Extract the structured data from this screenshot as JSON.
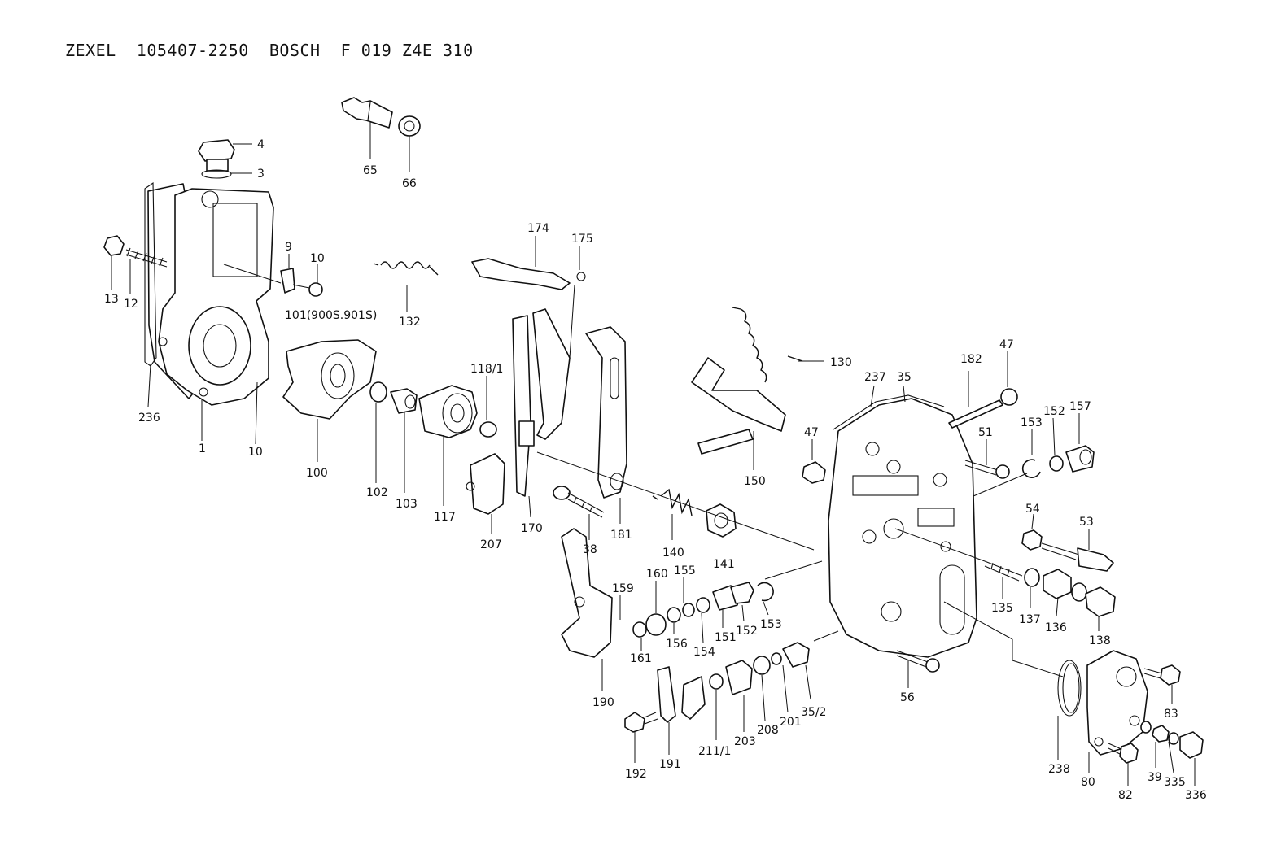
{
  "title": "ZEXEL  105407-2250  BOSCH  F 019 Z4E 310",
  "parts": [
    {
      "id": "p4",
      "label": "4"
    },
    {
      "id": "p3",
      "label": "3"
    },
    {
      "id": "p65",
      "label": "65"
    },
    {
      "id": "p66",
      "label": "66"
    },
    {
      "id": "p13",
      "label": "13"
    },
    {
      "id": "p12",
      "label": "12"
    },
    {
      "id": "p9",
      "label": "9"
    },
    {
      "id": "p10a",
      "label": "10"
    },
    {
      "id": "p101",
      "label": "101(900S.901S)"
    },
    {
      "id": "p132",
      "label": "132"
    },
    {
      "id": "p174",
      "label": "174"
    },
    {
      "id": "p175",
      "label": "175"
    },
    {
      "id": "p236",
      "label": "236"
    },
    {
      "id": "p1",
      "label": "1"
    },
    {
      "id": "p10b",
      "label": "10"
    },
    {
      "id": "p100",
      "label": "100"
    },
    {
      "id": "p102",
      "label": "102"
    },
    {
      "id": "p103",
      "label": "103"
    },
    {
      "id": "p117",
      "label": "117"
    },
    {
      "id": "p118",
      "label": "118/1"
    },
    {
      "id": "p207",
      "label": "207"
    },
    {
      "id": "p170",
      "label": "170"
    },
    {
      "id": "p38",
      "label": "38"
    },
    {
      "id": "p181",
      "label": "181"
    },
    {
      "id": "p140",
      "label": "140"
    },
    {
      "id": "p141",
      "label": "141"
    },
    {
      "id": "p130",
      "label": "130"
    },
    {
      "id": "p150",
      "label": "150"
    },
    {
      "id": "p237",
      "label": "237"
    },
    {
      "id": "p35",
      "label": "35"
    },
    {
      "id": "p182",
      "label": "182"
    },
    {
      "id": "p47a",
      "label": "47"
    },
    {
      "id": "p47b",
      "label": "47"
    },
    {
      "id": "p51",
      "label": "51"
    },
    {
      "id": "p153a",
      "label": "153"
    },
    {
      "id": "p152a",
      "label": "152"
    },
    {
      "id": "p157",
      "label": "157"
    },
    {
      "id": "p54",
      "label": "54"
    },
    {
      "id": "p53",
      "label": "53"
    },
    {
      "id": "p135",
      "label": "135"
    },
    {
      "id": "p137",
      "label": "137"
    },
    {
      "id": "p136",
      "label": "136"
    },
    {
      "id": "p138",
      "label": "138"
    },
    {
      "id": "p160",
      "label": "160"
    },
    {
      "id": "p155",
      "label": "155"
    },
    {
      "id": "p159",
      "label": "159"
    },
    {
      "id": "p161",
      "label": "161"
    },
    {
      "id": "p156",
      "label": "156"
    },
    {
      "id": "p154",
      "label": "154"
    },
    {
      "id": "p151",
      "label": "151"
    },
    {
      "id": "p152b",
      "label": "152"
    },
    {
      "id": "p153b",
      "label": "153"
    },
    {
      "id": "p190",
      "label": "190"
    },
    {
      "id": "p192",
      "label": "192"
    },
    {
      "id": "p191",
      "label": "191"
    },
    {
      "id": "p211",
      "label": "211/1"
    },
    {
      "id": "p203",
      "label": "203"
    },
    {
      "id": "p208",
      "label": "208"
    },
    {
      "id": "p201",
      "label": "201"
    },
    {
      "id": "p352",
      "label": "35/2"
    },
    {
      "id": "p56",
      "label": "56"
    },
    {
      "id": "p238",
      "label": "238"
    },
    {
      "id": "p80",
      "label": "80"
    },
    {
      "id": "p82",
      "label": "82"
    },
    {
      "id": "p39",
      "label": "39"
    },
    {
      "id": "p335",
      "label": "335"
    },
    {
      "id": "p336",
      "label": "336"
    },
    {
      "id": "p83",
      "label": "83"
    }
  ]
}
